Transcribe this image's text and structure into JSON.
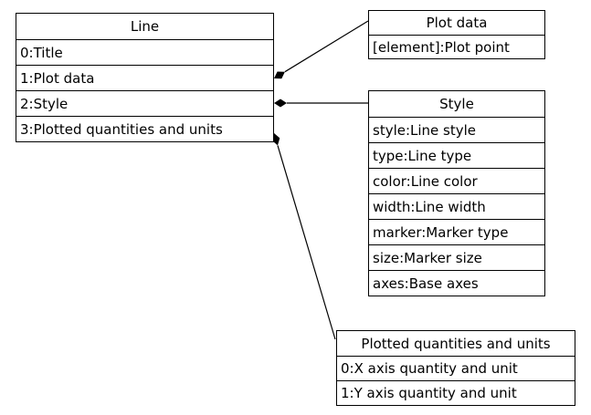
{
  "colors": {
    "background": "#ffffff",
    "border": "#000000",
    "text": "#000000",
    "connector": "#000000"
  },
  "classes": {
    "line": {
      "title": "Line",
      "rows": [
        "0:Title",
        "1:Plot data",
        "2:Style",
        "3:Plotted quantities and units"
      ]
    },
    "plot_data": {
      "title": "Plot data",
      "rows": [
        "[element]:Plot point"
      ]
    },
    "style": {
      "title": "Style",
      "rows": [
        "style:Line style",
        "type:Line type",
        "color:Line color",
        "width:Line width",
        "marker:Marker type",
        "size:Marker size",
        "axes:Base axes"
      ]
    },
    "plotted": {
      "title": "Plotted quantities and units",
      "rows": [
        "0:X axis quantity and unit",
        "1:Y axis quantity and unit"
      ]
    }
  },
  "connectors": [
    {
      "from": "Line / 1:Plot data",
      "to": "Plot data",
      "type": "composition-diamond"
    },
    {
      "from": "Line / 2:Style",
      "to": "Style",
      "type": "composition-diamond"
    },
    {
      "from": "Line / 3:Plotted quantities and units",
      "to": "Plotted quantities and units",
      "type": "composition-diamond"
    }
  ]
}
